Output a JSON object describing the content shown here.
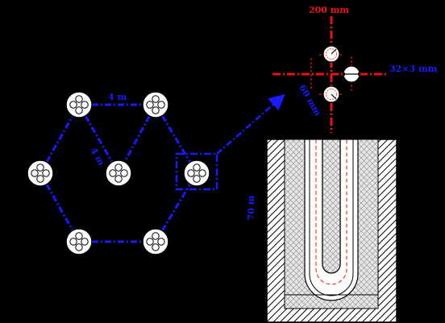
{
  "labels": {
    "spacing_top": "4 m",
    "spacing_diag": "4 m",
    "well_spacing": "200 mm",
    "pipe_size": "32×3 mm",
    "pipe_gap": "60 mm",
    "depth": "70 m"
  },
  "colors": {
    "background": "#000000",
    "pipe_links": "#1a1aff",
    "crosshair": "#ee1111",
    "borehole_fill": "#ffffff",
    "outline": "#000000"
  },
  "icons": {
    "borehole": "circle-with-four-holes-icon",
    "leader_arrow": "arrow-icon"
  }
}
